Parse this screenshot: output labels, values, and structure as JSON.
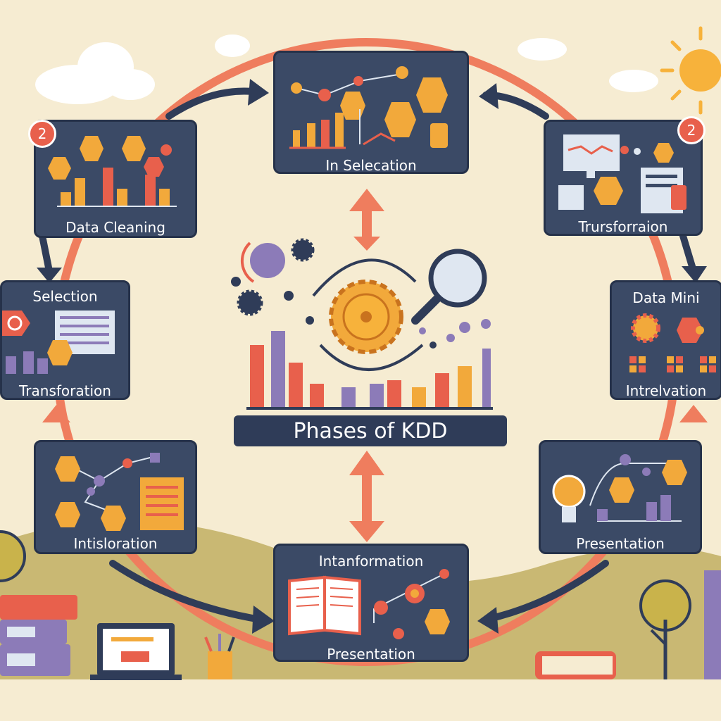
{
  "diagram": {
    "title": "Phases of KDD",
    "colors": {
      "background": "#f6ecd2",
      "card": "#3b4a66",
      "accent_orange": "#f2a93b",
      "accent_coral": "#e8604c",
      "accent_purple": "#8c7bb8",
      "arrow_dark": "#2f3c58"
    },
    "cards": [
      {
        "id": "in-selecation",
        "label": "In Selecation"
      },
      {
        "id": "data-cleaning",
        "label": "Data Cleaning",
        "badge": "2"
      },
      {
        "id": "trursforraion",
        "label": "Trursforraion",
        "badge": "2"
      },
      {
        "id": "selection-transforation",
        "label": "Selection",
        "label2": "Transforation"
      },
      {
        "id": "data-mining",
        "label": "Data Mini",
        "label2": "Intrelvation"
      },
      {
        "id": "intisloration",
        "label": "Intisloration"
      },
      {
        "id": "presentation-right",
        "label": "Presentation"
      },
      {
        "id": "intanformation",
        "label": "Intanformation",
        "label2": "Presentation"
      }
    ]
  }
}
